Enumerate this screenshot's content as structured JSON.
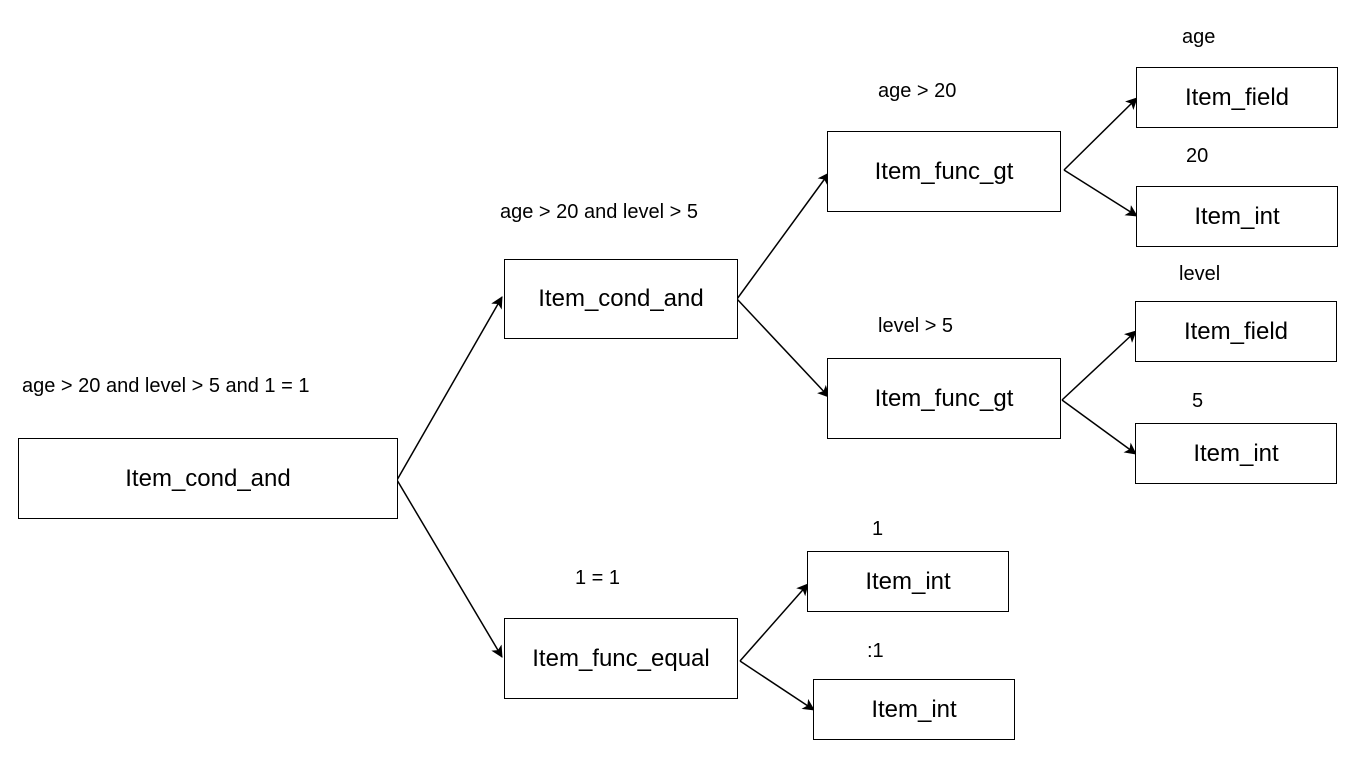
{
  "nodes": {
    "root": "Item_cond_and",
    "and2": "Item_cond_and",
    "eq": "Item_func_equal",
    "gt1": "Item_func_gt",
    "gt2": "Item_func_gt",
    "field1": "Item_field",
    "int1": "Item_int",
    "field2": "Item_field",
    "int2": "Item_int",
    "int3": "Item_int",
    "int4": "Item_int"
  },
  "labels": {
    "root": "age > 20 and level > 5 and 1 = 1",
    "and2": "age > 20 and level > 5",
    "eq": "1 = 1",
    "gt1": "age > 20",
    "gt2": "level > 5",
    "field1": "age",
    "int1": "20",
    "field2": "level",
    "int2": "5",
    "int3": "1",
    "int4": ":1"
  }
}
